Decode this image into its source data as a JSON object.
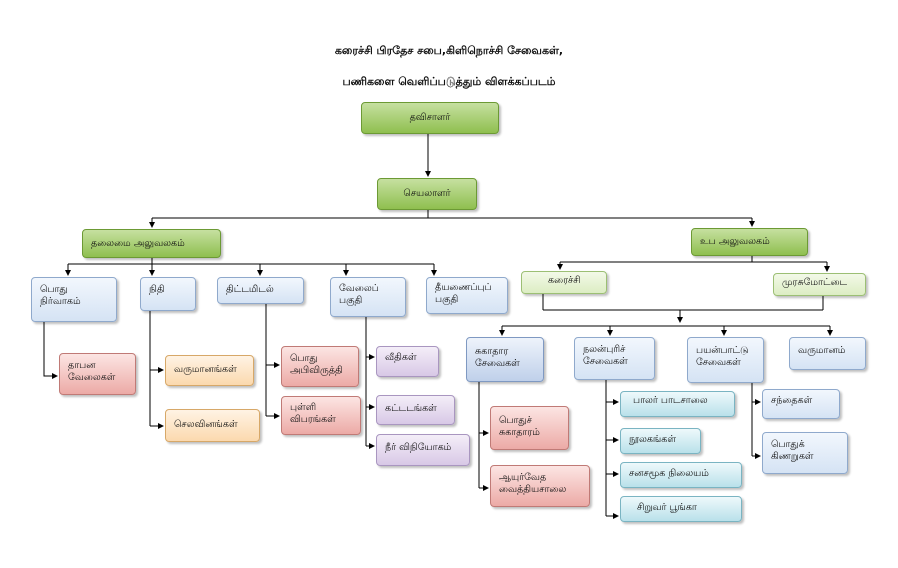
{
  "title_line1": "கரைச்சி பிரதேச சபை,கிளிநொச்சி சேவைகள்,",
  "title_line2": "பணிகளை வெளிப்படுத்தும் விளக்கப்படம்",
  "colors": {
    "green": "#9cc560",
    "blue": "#d5e3f4",
    "red": "#ecaaa6",
    "orange": "#fbd9ae",
    "purple": "#d8c8e6",
    "cyan": "#b9e1ea"
  },
  "nodes": {
    "chairman": "தவிசாளர்",
    "secretary": "செயலாளர்",
    "head_office": "தலைமை அலுவலகம்",
    "sub_office": "உப அலுவலகம்",
    "general_admin": [
      "பொது",
      "நிர்வாகம்"
    ],
    "finance": "நிதி",
    "planning": "திட்டமிடல்",
    "works": [
      "வேலைப்",
      "பகுதி"
    ],
    "fire": [
      "தீயணைப்புப்",
      "பகுதி"
    ],
    "karachchi": "கரைச்சி",
    "murasumoddai": "முரசுமோட்டை",
    "health": [
      "சுகாதார",
      "சேவைகள்"
    ],
    "welfare": [
      "நலன்புரிச்",
      "சேவைகள்"
    ],
    "utility": [
      "பயன்பாட்டு",
      "சேவைகள்"
    ],
    "revenue": "வருமானம்",
    "estab_works": [
      "தாபன",
      "வேலைகள்"
    ],
    "incomes": "வருமானங்கள்",
    "expenses": "செலவினங்கள்",
    "public_dev": [
      "பொது",
      "அபிவிருத்தி"
    ],
    "statistics": [
      "புள்ளி",
      "விபரங்கள்"
    ],
    "roads": "வீதிகள்",
    "buildings": "கட்டடங்கள்",
    "water": "நீர் விநியோகம்",
    "public_health": [
      "பொதுச்",
      "சுகாதாரம்"
    ],
    "ayurveda": [
      "ஆயுர்வேத",
      "வைத்தியசாலை"
    ],
    "preschool": "பாலர் பாடசாலை",
    "libraries": "நூலகங்கள்",
    "community_centre": "சனசமூக நிலையம்",
    "childrens_park": "சிறுவர் பூங்கா",
    "markets": "சந்தைகள்",
    "public_wells": [
      "பொதுக்",
      "கிணறுகள்"
    ]
  }
}
